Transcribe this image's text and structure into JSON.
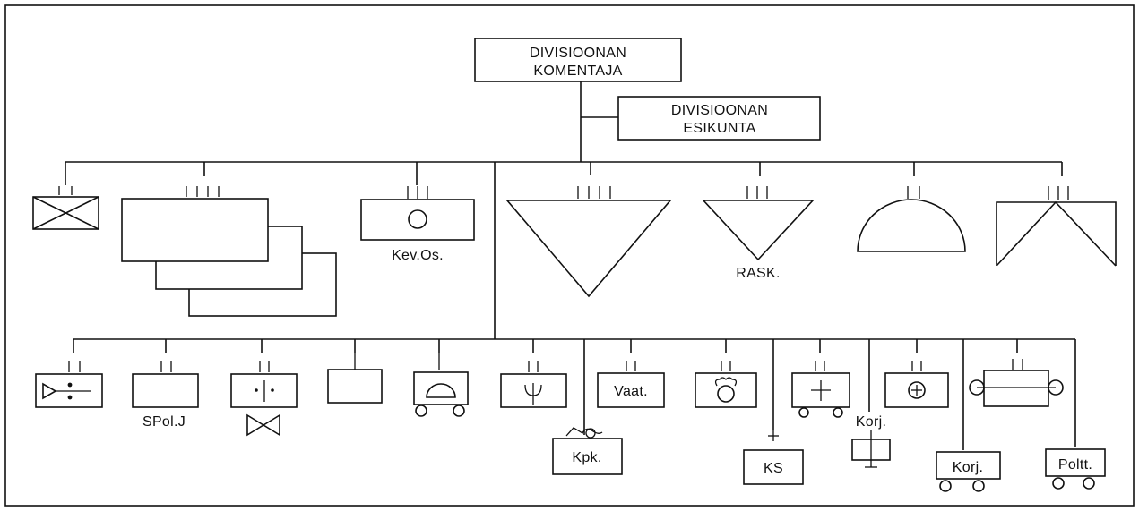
{
  "commander": {
    "line1": "DIVISIOONAN",
    "line2": "KOMENTAJA"
  },
  "staff": {
    "line1": "DIVISIOONAN",
    "line2": "ESIKUNTA"
  },
  "labels": {
    "light_aa": "Kev.Os.",
    "heavy_artillery": "RASK.",
    "military_police": "SPol.J",
    "clothing": "Vaat.",
    "field_hospital": "Kpk.",
    "ks": "KS",
    "repair_above": "Korj.",
    "repair_box": "Korj.",
    "fuel": "Poltt."
  }
}
